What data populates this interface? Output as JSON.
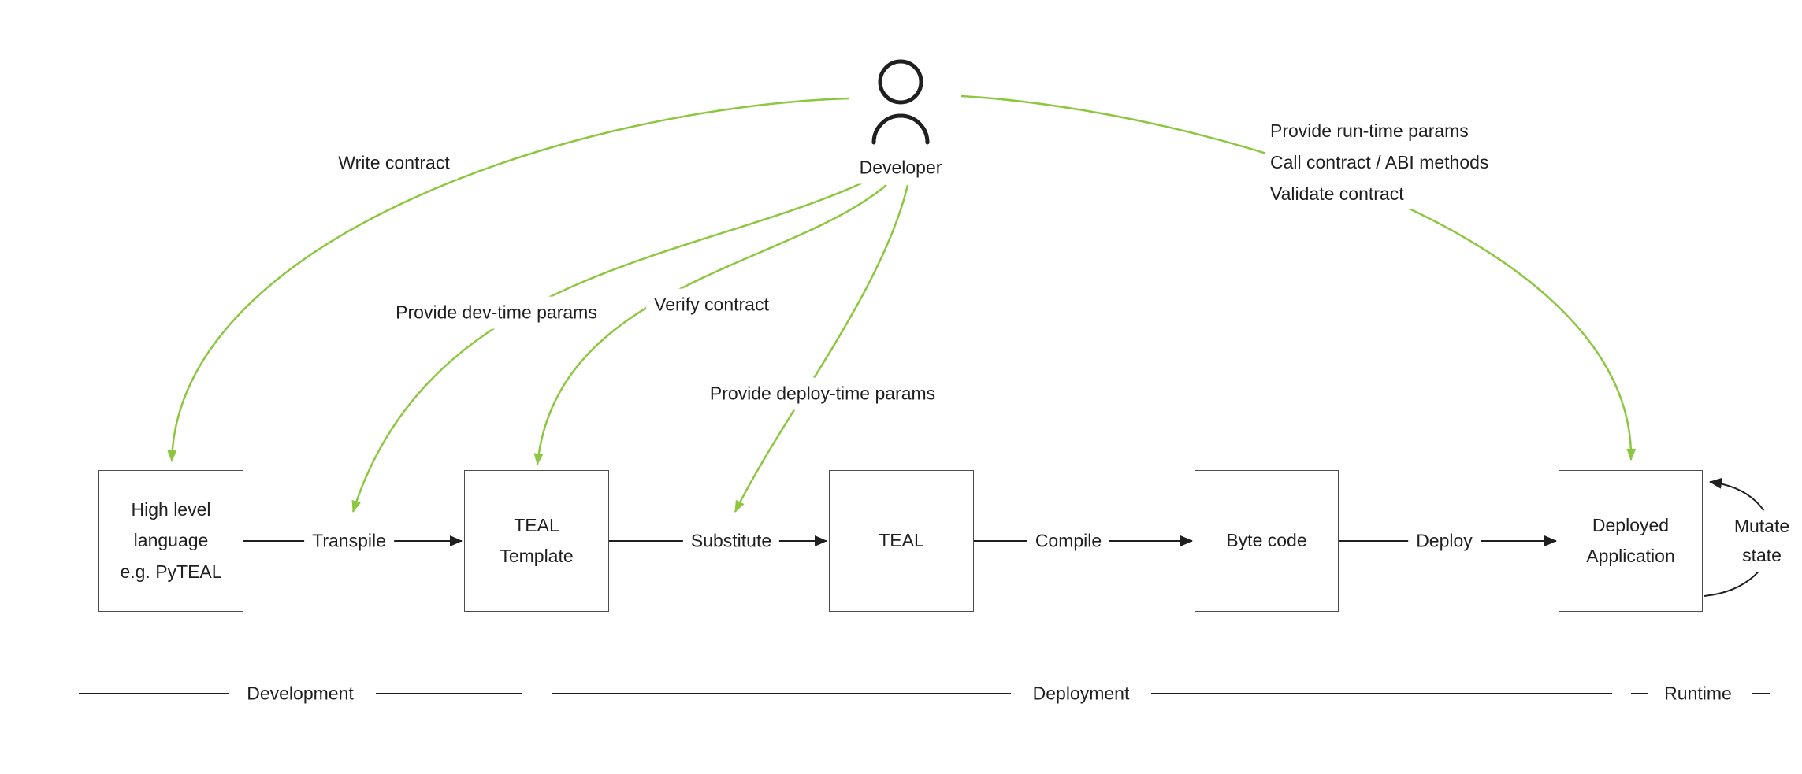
{
  "colors": {
    "accent_green": "#8dc63f",
    "ink": "#1f1f1f"
  },
  "actor": {
    "label": "Developer"
  },
  "nodes": [
    {
      "id": "high-level-language",
      "label": "High level\nlanguage\ne.g. PyTEAL"
    },
    {
      "id": "teal-template",
      "label": "TEAL\nTemplate"
    },
    {
      "id": "teal",
      "label": "TEAL"
    },
    {
      "id": "byte-code",
      "label": "Byte code"
    },
    {
      "id": "deployed-application",
      "label": "Deployed\nApplication"
    }
  ],
  "edges": [
    {
      "label": "Transpile"
    },
    {
      "label": "Substitute"
    },
    {
      "label": "Compile"
    },
    {
      "label": "Deploy"
    }
  ],
  "actor_actions": [
    {
      "label": "Write contract"
    },
    {
      "label": "Provide dev-time params"
    },
    {
      "label": "Verify contract"
    },
    {
      "label": "Provide deploy-time params"
    },
    {
      "label": "Provide run-time params\nCall contract / ABI methods\nValidate contract"
    }
  ],
  "self_loop": {
    "label": "Mutate state"
  },
  "phases": [
    {
      "label": "Development"
    },
    {
      "label": "Deployment"
    },
    {
      "label": "Runtime"
    }
  ]
}
